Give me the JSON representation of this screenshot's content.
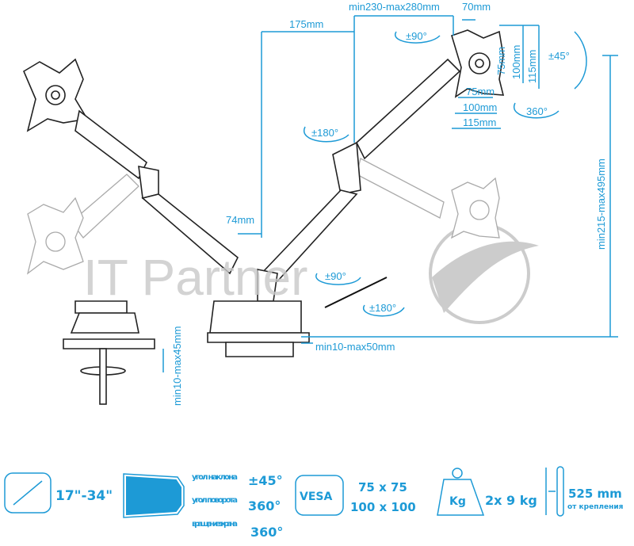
{
  "watermark": "IT Partner",
  "dimensions": {
    "arm_reach": "175mm",
    "arm_extension": "min230-max280mm",
    "head_offset": "70mm",
    "head_swivel": "±90°",
    "head_tilt": "±45°",
    "head_rotation": "360°",
    "vesa_v_75": "75mm",
    "vesa_v_100": "100mm",
    "vesa_v_115": "115mm",
    "vesa_h_75": "75mm",
    "vesa_h_100": "100mm",
    "vesa_h_115": "115mm",
    "elbow_rotation": "±180°",
    "pole_offset": "74mm",
    "base_swivel": "±90°",
    "base_rotation": "±180°",
    "height_range": "min215-max495mm",
    "desk_thickness_clamp": "min10-max50mm",
    "desk_thickness_grommet": "min10-max45mm"
  },
  "specs": {
    "screen_size": "17\"-34\"",
    "tilt_label": "угол наклона",
    "tilt_value": "±45°",
    "swivel_label": "угол поворота",
    "swivel_value": "360°",
    "rotation_label": "вращение экрана",
    "rotation_value": "360°",
    "vesa_badge": "VESA",
    "vesa_1": "75 x 75",
    "vesa_2": "100 x 100",
    "weight_badge": "Kg",
    "weight": "2x 9 kg",
    "reach": "525 mm",
    "reach_note": "от крепления"
  },
  "colors": {
    "accent": "#1d9ad6"
  }
}
